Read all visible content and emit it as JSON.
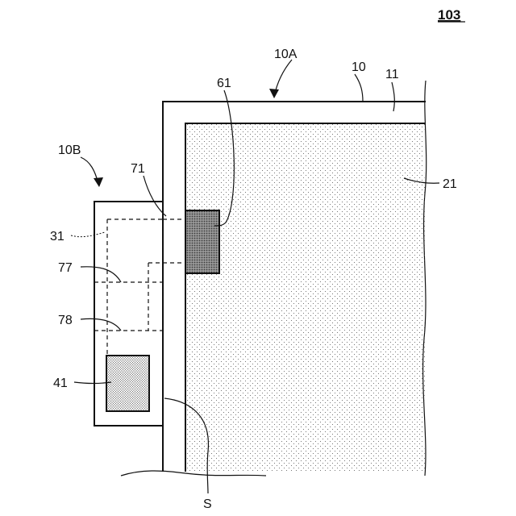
{
  "figure": {
    "number": "103"
  },
  "labels": {
    "l_10A": "10A",
    "l_10": "10",
    "l_11": "11",
    "l_61": "61",
    "l_10B": "10B",
    "l_71": "71",
    "l_21": "21",
    "l_31": "31",
    "l_77": "77",
    "l_78": "78",
    "l_41": "41",
    "l_S": "S"
  }
}
